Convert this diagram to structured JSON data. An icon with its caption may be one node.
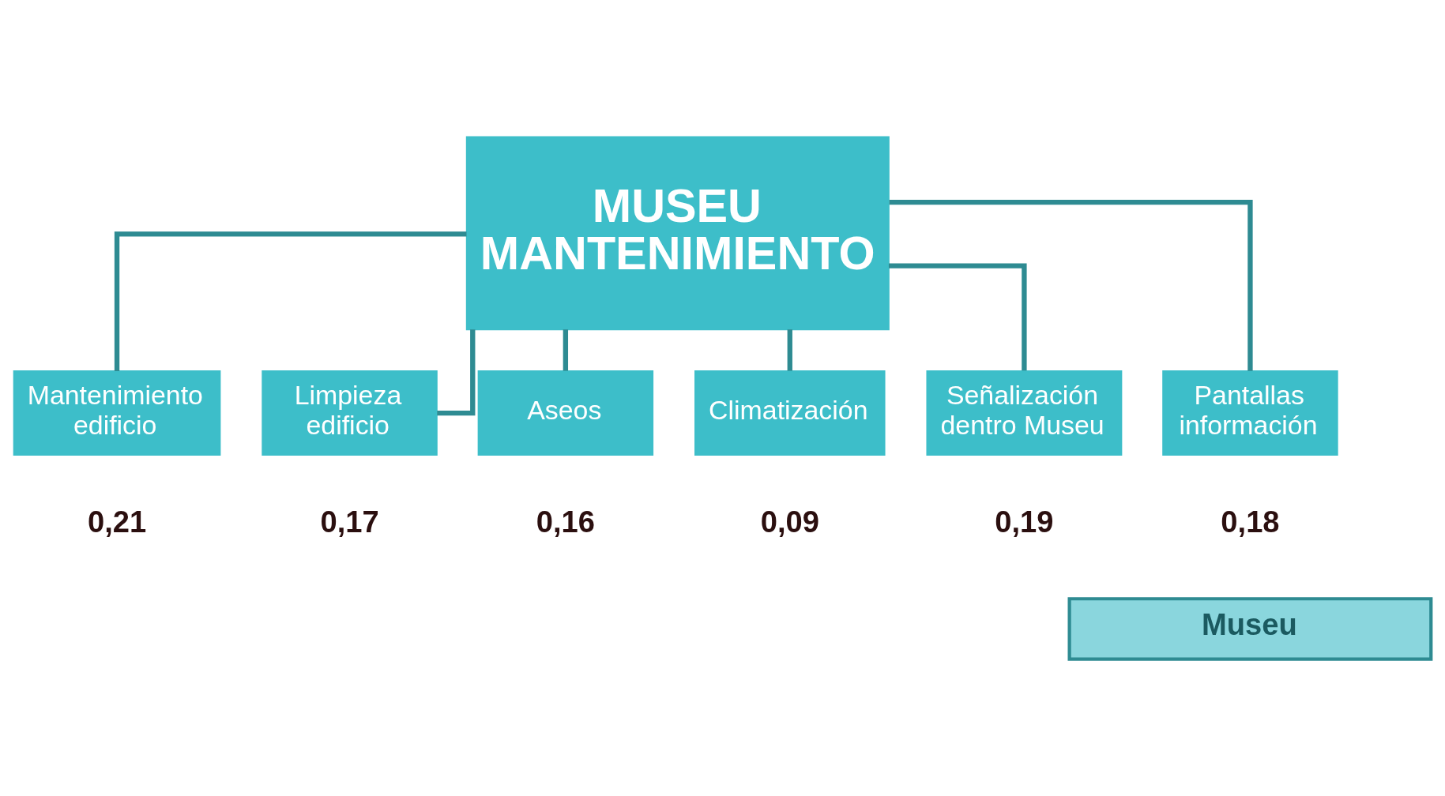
{
  "diagram": {
    "nodes": [
      {
        "text": [
          "MUSEU MANTENIMIENTO"
        ]
      },
      {
        "text": [
          "Mantenimiento edificio"
        ],
        "beside": [
          "0,21"
        ]
      },
      {
        "text": [
          "Limpieza edificio"
        ],
        "beside": [
          "0,17"
        ]
      },
      {
        "text": [
          "Aseos"
        ],
        "beside": [
          "0,16"
        ]
      },
      {
        "text": [
          "Climatización"
        ],
        "beside": [
          "0,09"
        ]
      },
      {
        "text": [
          "Señalización dentro Museu"
        ],
        "beside": [
          "0,19"
        ]
      },
      {
        "text": [
          "Pantallas información"
        ],
        "beside": [
          "0,18"
        ]
      }
    ],
    "edges": [
      {
        "from": 0,
        "to": 1,
        "arrow": "none"
      },
      {
        "from": 0,
        "to": 2,
        "arrow": "none"
      },
      {
        "from": 0,
        "to": 3,
        "arrow": "none"
      },
      {
        "from": 0,
        "to": 4,
        "arrow": "none"
      },
      {
        "from": 0,
        "to": 5,
        "arrow": "none"
      },
      {
        "from": 0,
        "to": 6,
        "arrow": "none"
      }
    ],
    "labels": [
      "Museu"
    ]
  }
}
